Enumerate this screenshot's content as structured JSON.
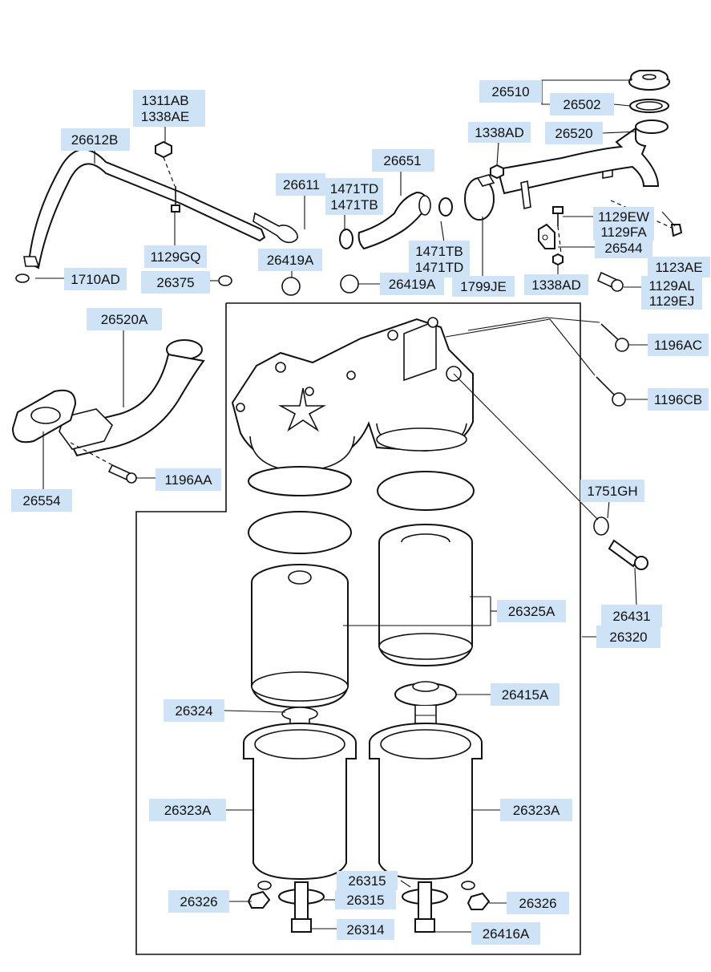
{
  "labels": {
    "l26510": "26510",
    "l26502": "26502",
    "l26520": "26520",
    "l1338AD_top": "1338AD",
    "l1311AB": "1311AB",
    "l1338AE": "1338AE",
    "l26612B": "26612B",
    "l26651": "26651",
    "l26611": "26611",
    "l1471TD_a": "1471TD",
    "l1471TB_a": "1471TB",
    "l1471TB_b": "1471TB",
    "l1471TD_b": "1471TD",
    "l1799JE": "1799JE",
    "l1129EW": "1129EW",
    "l1129FA": "1129FA",
    "l26544": "26544",
    "l1123AE": "1123AE",
    "l1338AD_mid": "1338AD",
    "l1129AL": "1129AL",
    "l1129EJ": "1129EJ",
    "l1129GQ": "1129GQ",
    "l1710AD": "1710AD",
    "l26375": "26375",
    "l26419A_a": "26419A",
    "l26419A_b": "26419A",
    "l1196AC": "1196AC",
    "l1196CB": "1196CB",
    "l26520A": "26520A",
    "l1196AA": "1196AA",
    "l26554": "26554",
    "l1751GH": "1751GH",
    "l26431": "26431",
    "l26325A": "26325A",
    "l26320": "26320",
    "l26415A": "26415A",
    "l26324": "26324",
    "l26323A_left": "26323A",
    "l26323A_right": "26323A",
    "l26315_a": "26315",
    "l26315_b": "26315",
    "l26326_left": "26326",
    "l26326_right": "26326",
    "l26314": "26314",
    "l26416A": "26416A"
  },
  "colors": {
    "label_highlight": "#cfe3f6",
    "line": "#111111",
    "background": "#ffffff"
  }
}
